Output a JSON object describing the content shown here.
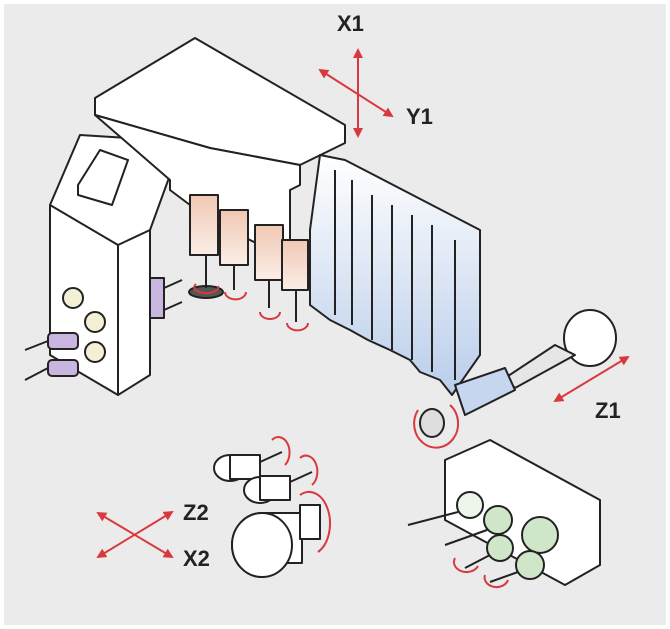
{
  "axes": {
    "x1": "X1",
    "y1": "Y1",
    "z1": "Z1",
    "z2": "Z2",
    "x2": "X2"
  },
  "colors": {
    "background": "#ebebeb",
    "axis_arrow": "#d9393e",
    "spindle_orange": "#f5d2c0",
    "tool_block_blue": "#c5d6ee",
    "holder_purple": "#c9b6e0",
    "holder_green": "#cfe6c8",
    "holder_yellow": "#f3f0d6"
  }
}
